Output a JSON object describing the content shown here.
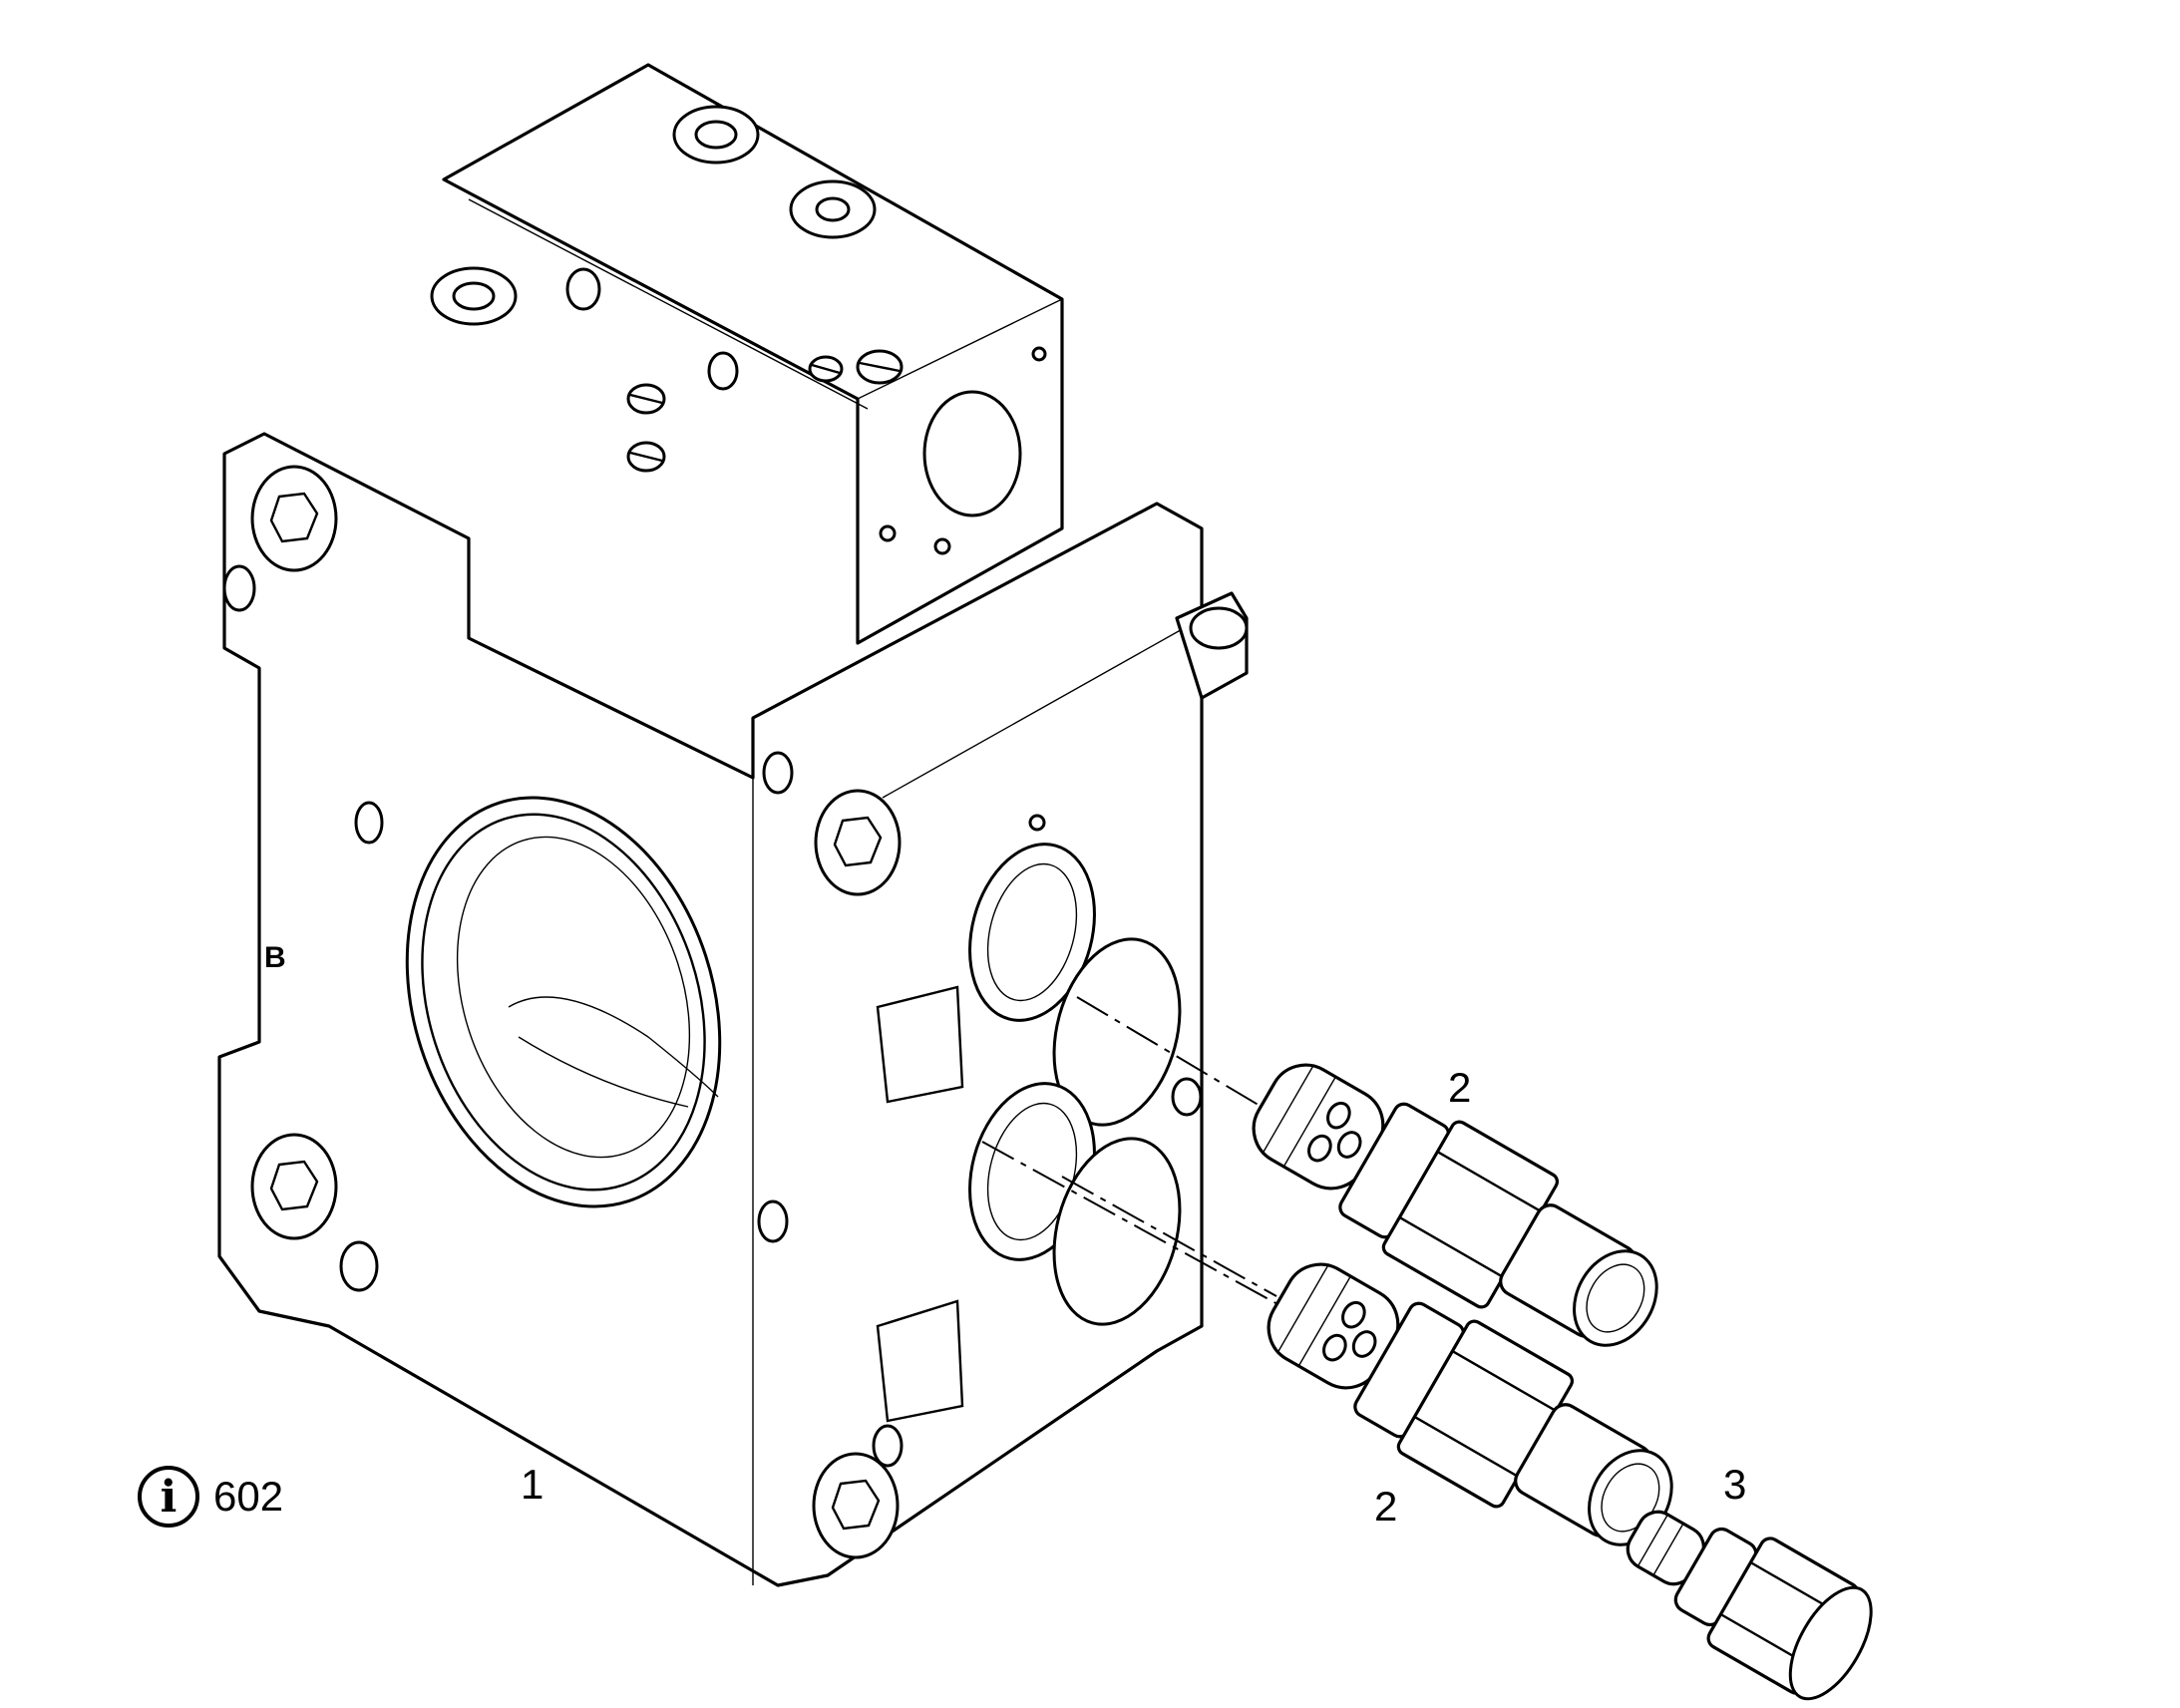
{
  "callouts": {
    "part_1": "1",
    "part_2_upper": "2",
    "part_2_lower": "2",
    "part_3": "3"
  },
  "housing_marking": "B",
  "info": {
    "icon": "info-icon",
    "icon_glyph": "i",
    "number": "602"
  }
}
